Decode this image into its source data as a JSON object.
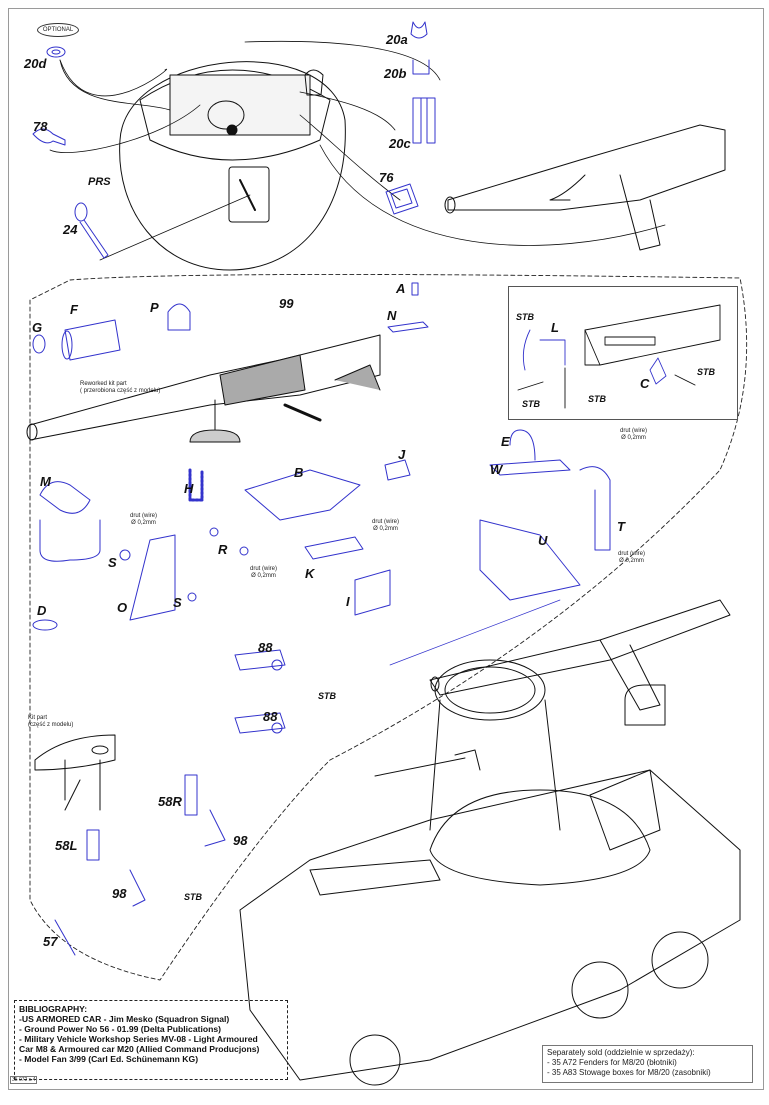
{
  "document": {
    "type": "model kit assembly instruction sheet",
    "colors": {
      "part_outline": "#3333cc",
      "drawing_line": "#111111",
      "border": "#9a9a9a"
    }
  },
  "labels": {
    "optional": "OPTIONAL",
    "p20d": "20d",
    "p20a": "20a",
    "p20b": "20b",
    "p20c": "20c",
    "p78": "78",
    "prs": "PRS",
    "p24": "24",
    "p76": "76",
    "pA": "A",
    "pN": "N",
    "pP": "P",
    "p99": "99",
    "pF": "F",
    "pG": "G",
    "reworked": [
      "Reworked kit part",
      "( przerobiona część z modelu)"
    ],
    "pL": "L",
    "pC": "C",
    "stb": "STB",
    "pE": "E",
    "pW": "W",
    "pT": "T",
    "pU": "U",
    "pM": "M",
    "pH": "H",
    "pB": "B",
    "pJ": "J",
    "pR": "R",
    "pS": "S",
    "pO": "O",
    "pK": "K",
    "pI": "I",
    "pD": "D",
    "p88": "88",
    "p58R": "58R",
    "p58L": "58L",
    "p98": "98",
    "p57": "57",
    "wire": [
      "drut (wire)",
      "Ø 0,2mm"
    ],
    "kitpart": [
      "Kit part",
      "(część z modelu)"
    ]
  },
  "bibliography": {
    "title": "BIBLIOGRAPHY:",
    "items": [
      "-US ARMORED CAR - Jim Mesko (Squadron Signal)",
      "- Ground Power No 56 - 01.99 (Delta Publications)",
      "- Military Vehicle Workshop Series MV-08 - Light Armoured",
      "Car M8 & Armoured car M20 (Allied Command Producjons)",
      "- Model Fan 3/99 (Carl Ed. Schünemann KG)"
    ]
  },
  "separately_sold": {
    "title": "Separately sold (oddzielnie w sprzedaży):",
    "items": [
      "- 35 A72 Fenders for M8/20 (błotniki)",
      "- 35 A83 Stowage boxes for M8/20 (zasobniki)"
    ]
  },
  "sheet_code": "35 072 s.4"
}
